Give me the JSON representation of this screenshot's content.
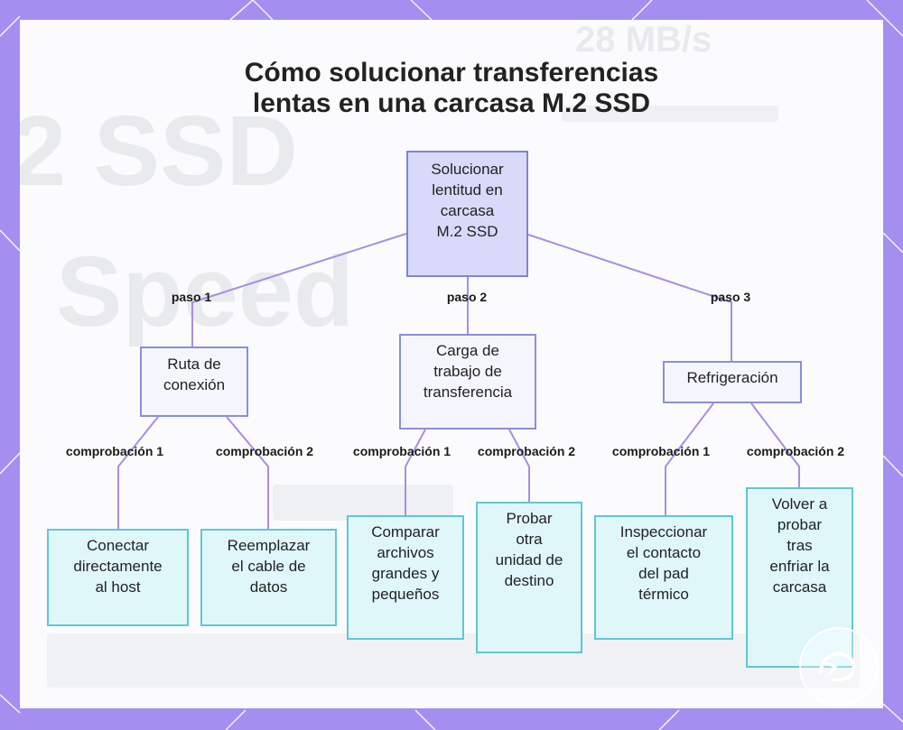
{
  "diagram": {
    "title_lines": [
      "Cómo solucionar transferencias",
      "lentas en una carcasa M.2 SSD"
    ],
    "root": {
      "lines": [
        "Solucionar",
        "lentitud en",
        "carcasa",
        "M.2 SSD"
      ]
    },
    "steps": [
      {
        "edge_label": "paso 1",
        "lines": [
          "Ruta de",
          "conexión"
        ],
        "checks": [
          {
            "edge_label": "comprobación 1",
            "lines": [
              "Conectar",
              "directamente",
              "al host"
            ]
          },
          {
            "edge_label": "comprobación 2",
            "lines": [
              "Reemplazar",
              "el cable de",
              "datos"
            ]
          }
        ]
      },
      {
        "edge_label": "paso 2",
        "lines": [
          "Carga de",
          "trabajo de",
          "transferencia"
        ],
        "checks": [
          {
            "edge_label": "comprobación 1",
            "lines": [
              "Comparar",
              "archivos",
              "grandes y",
              "pequeños"
            ]
          },
          {
            "edge_label": "comprobación 2",
            "lines": [
              "Probar",
              "otra",
              "unidad de",
              "destino"
            ]
          }
        ]
      },
      {
        "edge_label": "paso 3",
        "lines": [
          "Refrigeración"
        ],
        "checks": [
          {
            "edge_label": "comprobación 1",
            "lines": [
              "Inspeccionar",
              "el contacto",
              "del pad",
              "térmico"
            ]
          },
          {
            "edge_label": "comprobación 2",
            "lines": [
              "Volver a",
              "probar",
              "tras",
              "enfriar la",
              "carcasa"
            ]
          }
        ]
      }
    ],
    "background_text": [
      "2 SSD",
      "Speed",
      "28 MB/s"
    ],
    "colors": {
      "frame": "#a48ef0",
      "root_fill": "#d9daf9",
      "node_border": "#8a8fd8",
      "leaf_fill": "#e0f7fa",
      "leaf_border": "#5fc7d3",
      "connector": "#a88ee0"
    }
  }
}
